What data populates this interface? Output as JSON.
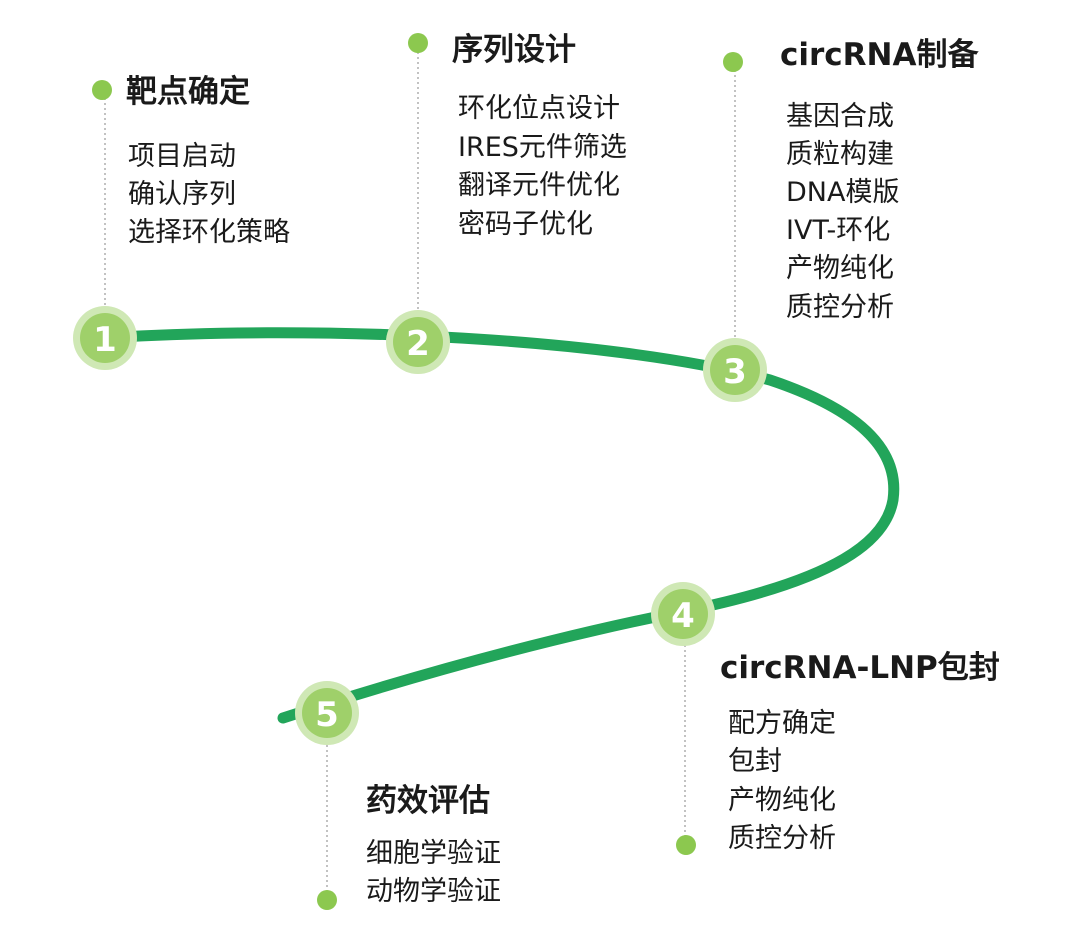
{
  "colors": {
    "path": "#22a55a",
    "dot": "#8cc84f",
    "halo": "#cfe8b5",
    "node": "#9fd06a",
    "connector": "#9a9a9a",
    "text": "#1a1a1a"
  },
  "stages": [
    {
      "number": "1",
      "title": "靶点确定",
      "items": [
        "项目启动",
        "确认序列",
        "选择环化策略"
      ]
    },
    {
      "number": "2",
      "title": "序列设计",
      "items": [
        "环化位点设计",
        "IRES元件筛选",
        "翻译元件优化",
        "密码子优化"
      ]
    },
    {
      "number": "3",
      "title": "circRNA制备",
      "items": [
        "基因合成",
        "质粒构建",
        "DNA模版",
        "IVT-环化",
        "产物纯化",
        "质控分析"
      ]
    },
    {
      "number": "4",
      "title": "circRNA-LNP包封",
      "items": [
        "配方确定",
        "包封",
        "产物纯化",
        "质控分析"
      ]
    },
    {
      "number": "5",
      "title": "药效评估",
      "items": [
        "细胞学验证",
        "动物学验证"
      ]
    }
  ]
}
